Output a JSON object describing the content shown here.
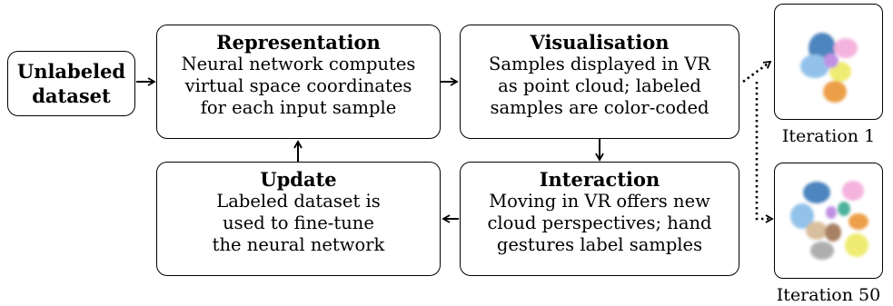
{
  "start": {
    "lines": [
      "Unlabeled",
      "dataset"
    ]
  },
  "representation": {
    "title": "Representation",
    "lines": [
      "Neural network computes",
      "virtual space coordinates",
      "for each input sample"
    ]
  },
  "visualisation": {
    "title": "Visualisation",
    "lines": [
      "Samples displayed in VR",
      "as point cloud; labeled",
      "samples are color-coded"
    ]
  },
  "interaction": {
    "title": "Interaction",
    "lines": [
      "Moving in VR offers new",
      "cloud perspectives; hand",
      "gestures label samples"
    ]
  },
  "update": {
    "title": "Update",
    "lines": [
      "Labeled dataset is",
      "used to fine-tune",
      "the neural network"
    ]
  },
  "iterations": [
    {
      "caption": "Iteration 1"
    },
    {
      "caption": "Iteration 50"
    }
  ],
  "colors": {
    "blue": "#2f6fb3",
    "light_blue": "#7fb7e6",
    "pink": "#f3a6d8",
    "yellow": "#ece95a",
    "orange": "#e88f2a",
    "purple": "#b67fe0",
    "teal": "#2ea58a",
    "gray": "#a0a0a0",
    "brown": "#9a6b4a",
    "tan": "#d2b48c"
  }
}
